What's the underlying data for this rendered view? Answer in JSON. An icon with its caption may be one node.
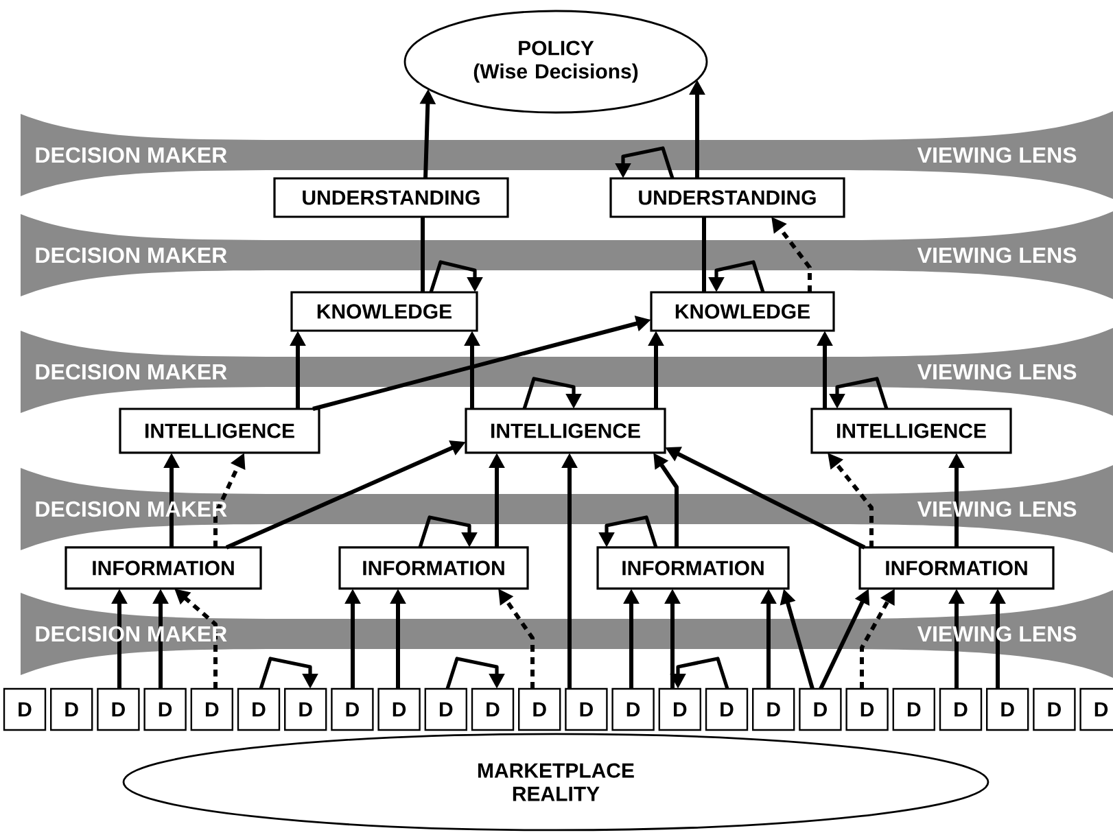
{
  "diagram": {
    "nodes": [
      {
        "text": [
          "POLICY",
          "(Wise Decisions)"
        ]
      },
      {
        "text": [
          "UNDERSTANDING"
        ]
      },
      {
        "text": [
          "UNDERSTANDING"
        ]
      },
      {
        "text": [
          "KNOWLEDGE"
        ]
      },
      {
        "text": [
          "KNOWLEDGE"
        ]
      },
      {
        "text": [
          "INTELLIGENCE"
        ]
      },
      {
        "text": [
          "INTELLIGENCE"
        ]
      },
      {
        "text": [
          "INTELLIGENCE"
        ]
      },
      {
        "text": [
          "INFORMATION"
        ]
      },
      {
        "text": [
          "INFORMATION"
        ]
      },
      {
        "text": [
          "INFORMATION"
        ]
      },
      {
        "text": [
          "INFORMATION"
        ]
      },
      {
        "text": [
          "D"
        ]
      },
      {
        "text": [
          "D"
        ]
      },
      {
        "text": [
          "D"
        ]
      },
      {
        "text": [
          "D"
        ]
      },
      {
        "text": [
          "D"
        ]
      },
      {
        "text": [
          "D"
        ]
      },
      {
        "text": [
          "D"
        ]
      },
      {
        "text": [
          "D"
        ]
      },
      {
        "text": [
          "D"
        ]
      },
      {
        "text": [
          "D"
        ]
      },
      {
        "text": [
          "D"
        ]
      },
      {
        "text": [
          "D"
        ]
      },
      {
        "text": [
          "D"
        ]
      },
      {
        "text": [
          "D"
        ]
      },
      {
        "text": [
          "D"
        ]
      },
      {
        "text": [
          "D"
        ]
      },
      {
        "text": [
          "D"
        ]
      },
      {
        "text": [
          "D"
        ]
      },
      {
        "text": [
          "D"
        ]
      },
      {
        "text": [
          "D"
        ]
      },
      {
        "text": [
          "D"
        ]
      },
      {
        "text": [
          "D"
        ]
      },
      {
        "text": [
          "D"
        ]
      },
      {
        "text": [
          "D"
        ]
      },
      {
        "text": [
          "MARKETPLACE REALITY"
        ]
      }
    ],
    "edges": [
      {
        "from": 14,
        "to": 8,
        "arrow": "to"
      },
      {
        "from": 15,
        "to": 8,
        "arrow": "to"
      },
      {
        "from": 16,
        "to": 8,
        "arrow": "to",
        "style": "dashed"
      },
      {
        "from": 17,
        "to": 18,
        "arrow": "to"
      },
      {
        "from": 19,
        "to": 9,
        "arrow": "to"
      },
      {
        "from": 20,
        "to": 9,
        "arrow": "to"
      },
      {
        "from": 21,
        "to": 22,
        "arrow": "to"
      },
      {
        "from": 23,
        "to": 9,
        "arrow": "to",
        "style": "dashed"
      },
      {
        "from": 24,
        "to": 6,
        "arrow": "to"
      },
      {
        "from": 25,
        "to": 10,
        "arrow": "to"
      },
      {
        "from": 26,
        "to": 10,
        "arrow": "to"
      },
      {
        "from": 27,
        "to": 26,
        "arrow": "to"
      },
      {
        "from": 28,
        "to": 10,
        "arrow": "to"
      },
      {
        "from": 29,
        "to": 10,
        "arrow": "to"
      },
      {
        "from": 29,
        "to": 11,
        "arrow": "to"
      },
      {
        "from": 30,
        "to": 11,
        "arrow": "to",
        "style": "dashed"
      },
      {
        "from": 32,
        "to": 11,
        "arrow": "to"
      },
      {
        "from": 33,
        "to": 11,
        "arrow": "to"
      },
      {
        "from": 8,
        "to": 5,
        "arrow": "to"
      },
      {
        "from": 8,
        "to": 5,
        "arrow": "to",
        "style": "dashed"
      },
      {
        "from": 8,
        "to": 6,
        "arrow": "to"
      },
      {
        "from": 9,
        "to": 9,
        "arrow": "to"
      },
      {
        "from": 9,
        "to": 6,
        "arrow": "to"
      },
      {
        "from": 10,
        "to": 10,
        "arrow": "to"
      },
      {
        "from": 10,
        "to": 6,
        "arrow": "to"
      },
      {
        "from": 11,
        "to": 6,
        "arrow": "to"
      },
      {
        "from": 11,
        "to": 7,
        "arrow": "to",
        "style": "dashed"
      },
      {
        "from": 11,
        "to": 7,
        "arrow": "to"
      },
      {
        "from": 5,
        "to": 3,
        "arrow": "to"
      },
      {
        "from": 5,
        "to": 4,
        "arrow": "to"
      },
      {
        "from": 6,
        "to": 3,
        "arrow": "to"
      },
      {
        "from": 6,
        "to": 6,
        "arrow": "to"
      },
      {
        "from": 6,
        "to": 4,
        "arrow": "to"
      },
      {
        "from": 7,
        "to": 4,
        "arrow": "to"
      },
      {
        "from": 7,
        "to": 7,
        "arrow": "to"
      },
      {
        "from": 3,
        "to": 1,
        "arrow": "none"
      },
      {
        "from": 3,
        "to": 3,
        "arrow": "to"
      },
      {
        "from": 4,
        "to": 2,
        "arrow": "none"
      },
      {
        "from": 4,
        "to": 4,
        "arrow": "to"
      },
      {
        "from": 4,
        "to": 2,
        "arrow": "to",
        "style": "dashed"
      },
      {
        "from": 1,
        "to": 0,
        "arrow": "to"
      },
      {
        "from": 2,
        "to": 0,
        "arrow": "to"
      },
      {
        "from": 2,
        "to": 2,
        "arrow": "to"
      }
    ],
    "labels": [
      "DECISION MAKER",
      "VIEWING LENS",
      "DECISION MAKER",
      "VIEWING LENS",
      "DECISION MAKER",
      "VIEWING LENS",
      "DECISION MAKER",
      "VIEWING LENS",
      "DECISION MAKER",
      "VIEWING LENS"
    ]
  }
}
